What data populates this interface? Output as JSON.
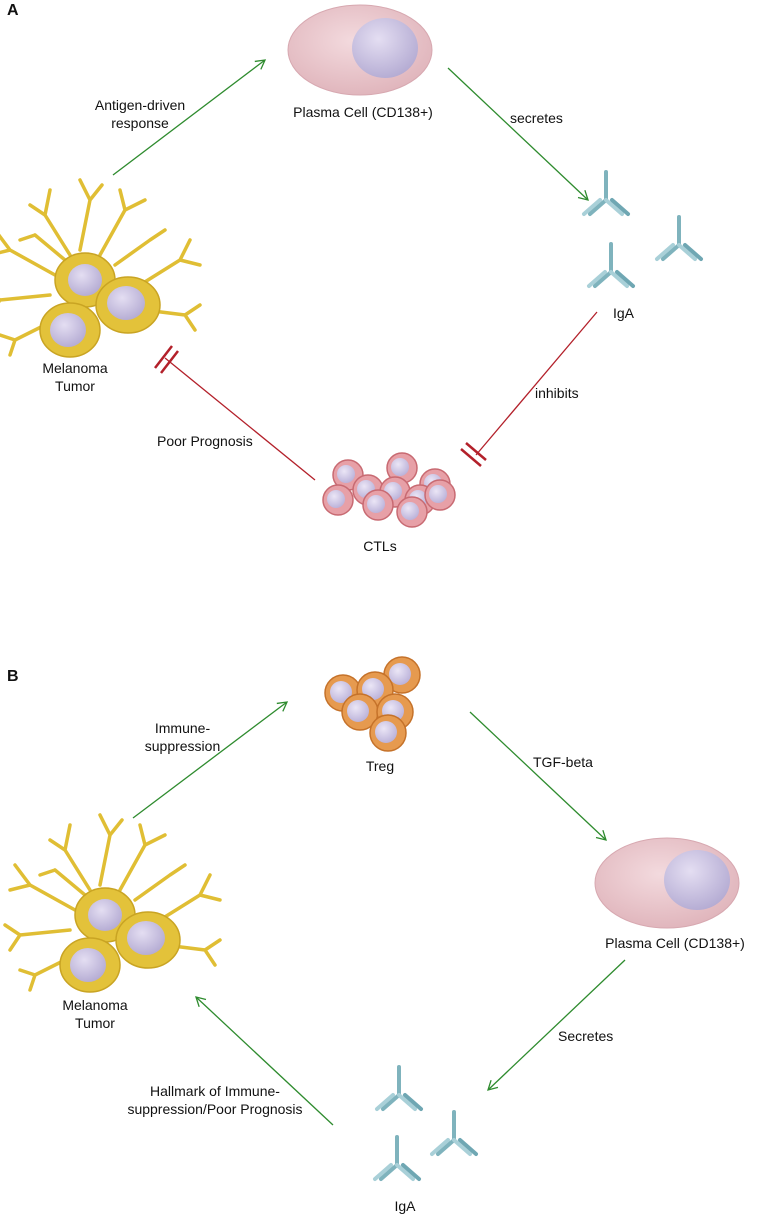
{
  "panel_a": {
    "letter": "A",
    "nodes": {
      "plasma_cell": "Plasma Cell (CD138+)",
      "iga": "IgA",
      "ctls": "CTLs",
      "tumor_line1": "Melanoma",
      "tumor_line2": "Tumor"
    },
    "edges": {
      "antigen_line1": "Antigen-driven",
      "antigen_line2": "response",
      "secretes": "secretes",
      "inhibits": "inhibits",
      "poor_prognosis": "Poor Prognosis"
    }
  },
  "panel_b": {
    "letter": "B",
    "nodes": {
      "treg": "Treg",
      "plasma_cell": "Plasma Cell (CD138+)",
      "iga": "IgA",
      "tumor_line1": "Melanoma",
      "tumor_line2": "Tumor"
    },
    "edges": {
      "immune_line1": "Immune-",
      "immune_line2": "suppression",
      "tgf_beta": "TGF-beta",
      "secretes": "Secretes",
      "hallmark_line1": "Hallmark of Immune-",
      "hallmark_line2": "suppression/Poor Prognosis"
    }
  },
  "colors": {
    "activation_arrow": "#2e8b2e",
    "inhibition": "#b3202a",
    "plasma_cell": "#e8c2c8",
    "nucleus": "#c9c2e0",
    "tumor": "#e3c23a",
    "ctl": "#e8a0a6",
    "treg": "#e08a3a",
    "antibody": "#8fc0c8"
  }
}
